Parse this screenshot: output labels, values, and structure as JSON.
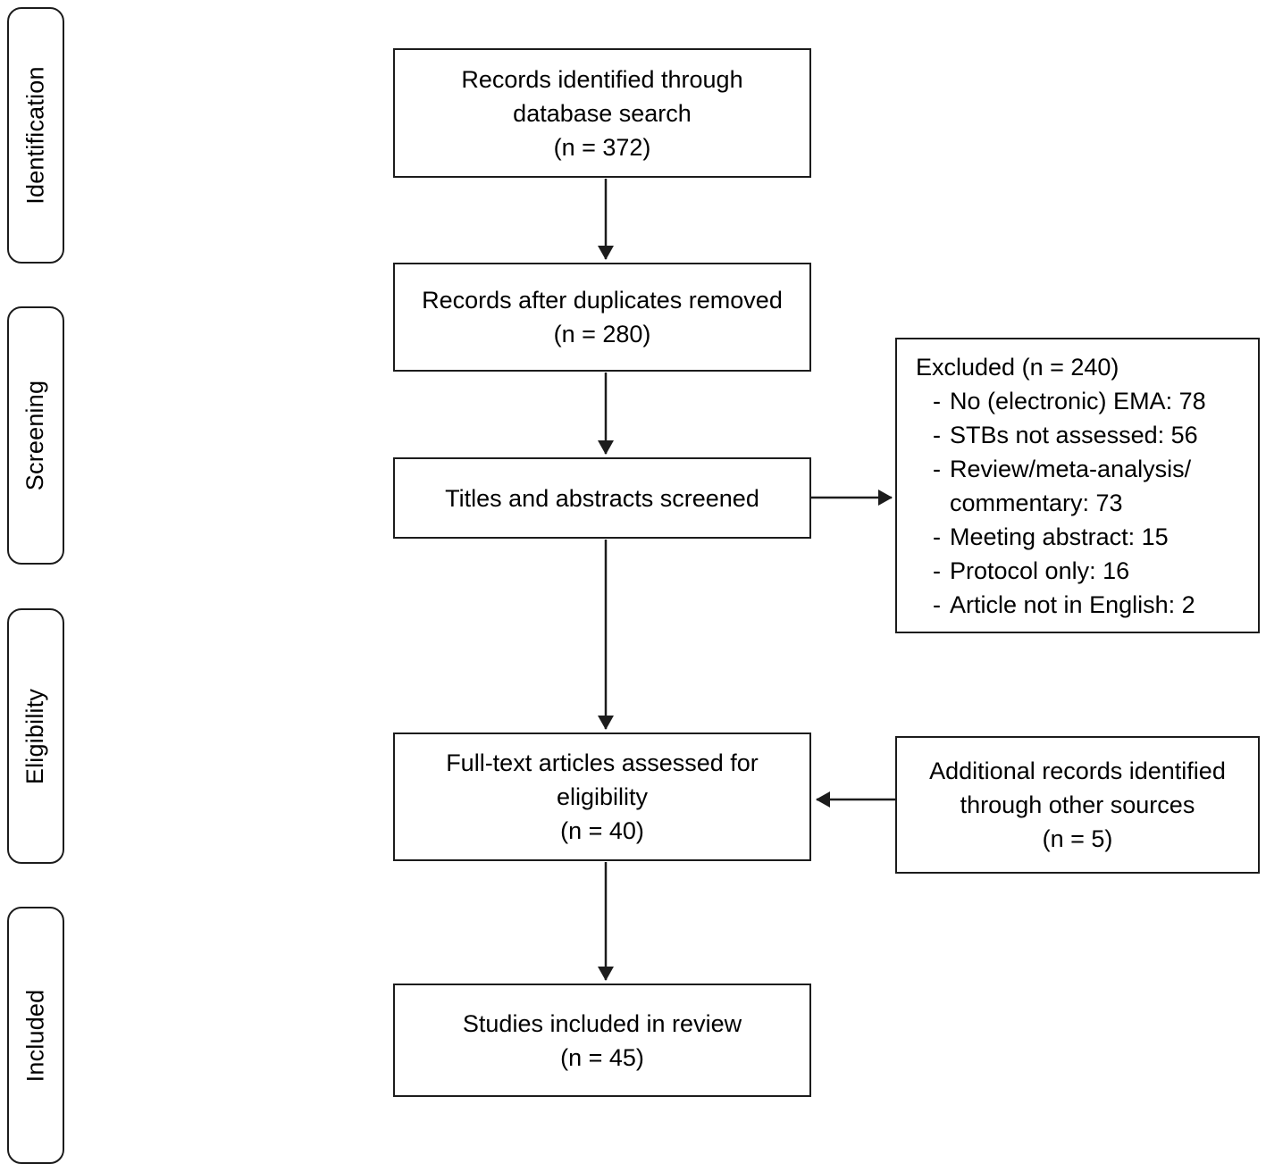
{
  "stages": [
    {
      "label": "Identification"
    },
    {
      "label": "Screening"
    },
    {
      "label": "Eligibility"
    },
    {
      "label": "Included"
    }
  ],
  "flow": {
    "records_identified": "Records identified through\ndatabase search\n(n = 372)",
    "duplicates_removed": "Records after duplicates removed\n(n = 280)",
    "titles_screened": "Titles and abstracts screened",
    "fulltext_assessed": "Full-text articles assessed for\neligibility\n(n = 40)",
    "included": "Studies included in review\n(n = 45)"
  },
  "excluded": {
    "title": "Excluded (n = 240)",
    "bullet": "-",
    "items": [
      "No (electronic) EMA: 78",
      "STBs not assessed: 56",
      "Review/meta-analysis/\ncommentary: 73",
      "Meeting abstract: 15",
      "Protocol only: 16",
      "Article not in English: 2"
    ]
  },
  "additional_records": "Additional records identified\nthrough other sources\n(n = 5)",
  "colors": {
    "line": "#1c1c1c",
    "text": "#000000",
    "background": "#ffffff"
  }
}
